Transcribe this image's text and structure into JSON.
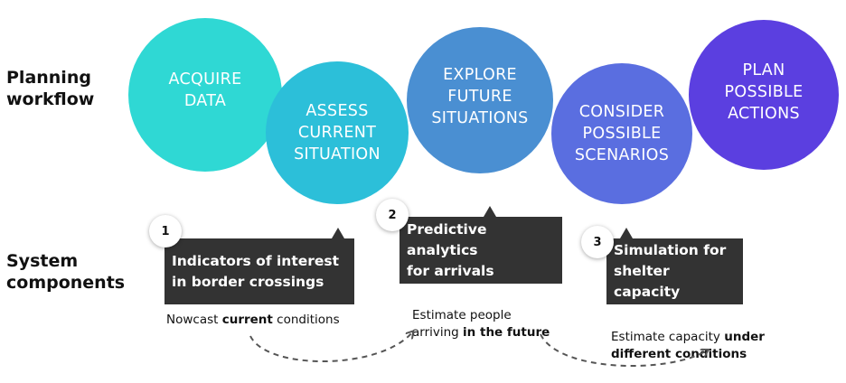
{
  "row_labels": {
    "workflow": "Planning\nworkflow",
    "components": "System\ncomponents"
  },
  "workflow": [
    {
      "label": "ACQUIRE\nDATA",
      "color": "#2fd8d4"
    },
    {
      "label": "ASSESS\nCURRENT\nSITUATION",
      "color": "#2cbfd9"
    },
    {
      "label": "EXPLORE\nFUTURE\nSITUATIONS",
      "color": "#4a8fd2"
    },
    {
      "label": "CONSIDER\nPOSSIBLE\nSCENARIOS",
      "color": "#5a6ee0"
    },
    {
      "label": "PLAN\nPOSSIBLE\nACTIONS",
      "color": "#5b3fe0"
    }
  ],
  "components": [
    {
      "number": "1",
      "title": "Indicators of interest\nin border crossings",
      "desc_pre": "Nowcast ",
      "desc_bold": "current",
      "desc_post": " conditions"
    },
    {
      "number": "2",
      "title": "Predictive analytics\nfor arrivals",
      "desc_pre": "Estimate people\narriving ",
      "desc_bold": "in the future",
      "desc_post": ""
    },
    {
      "number": "3",
      "title": "Simulation for\nshelter capacity",
      "desc_pre": "Estimate capacity ",
      "desc_bold": "under\ndifferent conditions",
      "desc_post": ""
    }
  ],
  "colors": {
    "box": "#333333",
    "arrow": "#555555"
  }
}
